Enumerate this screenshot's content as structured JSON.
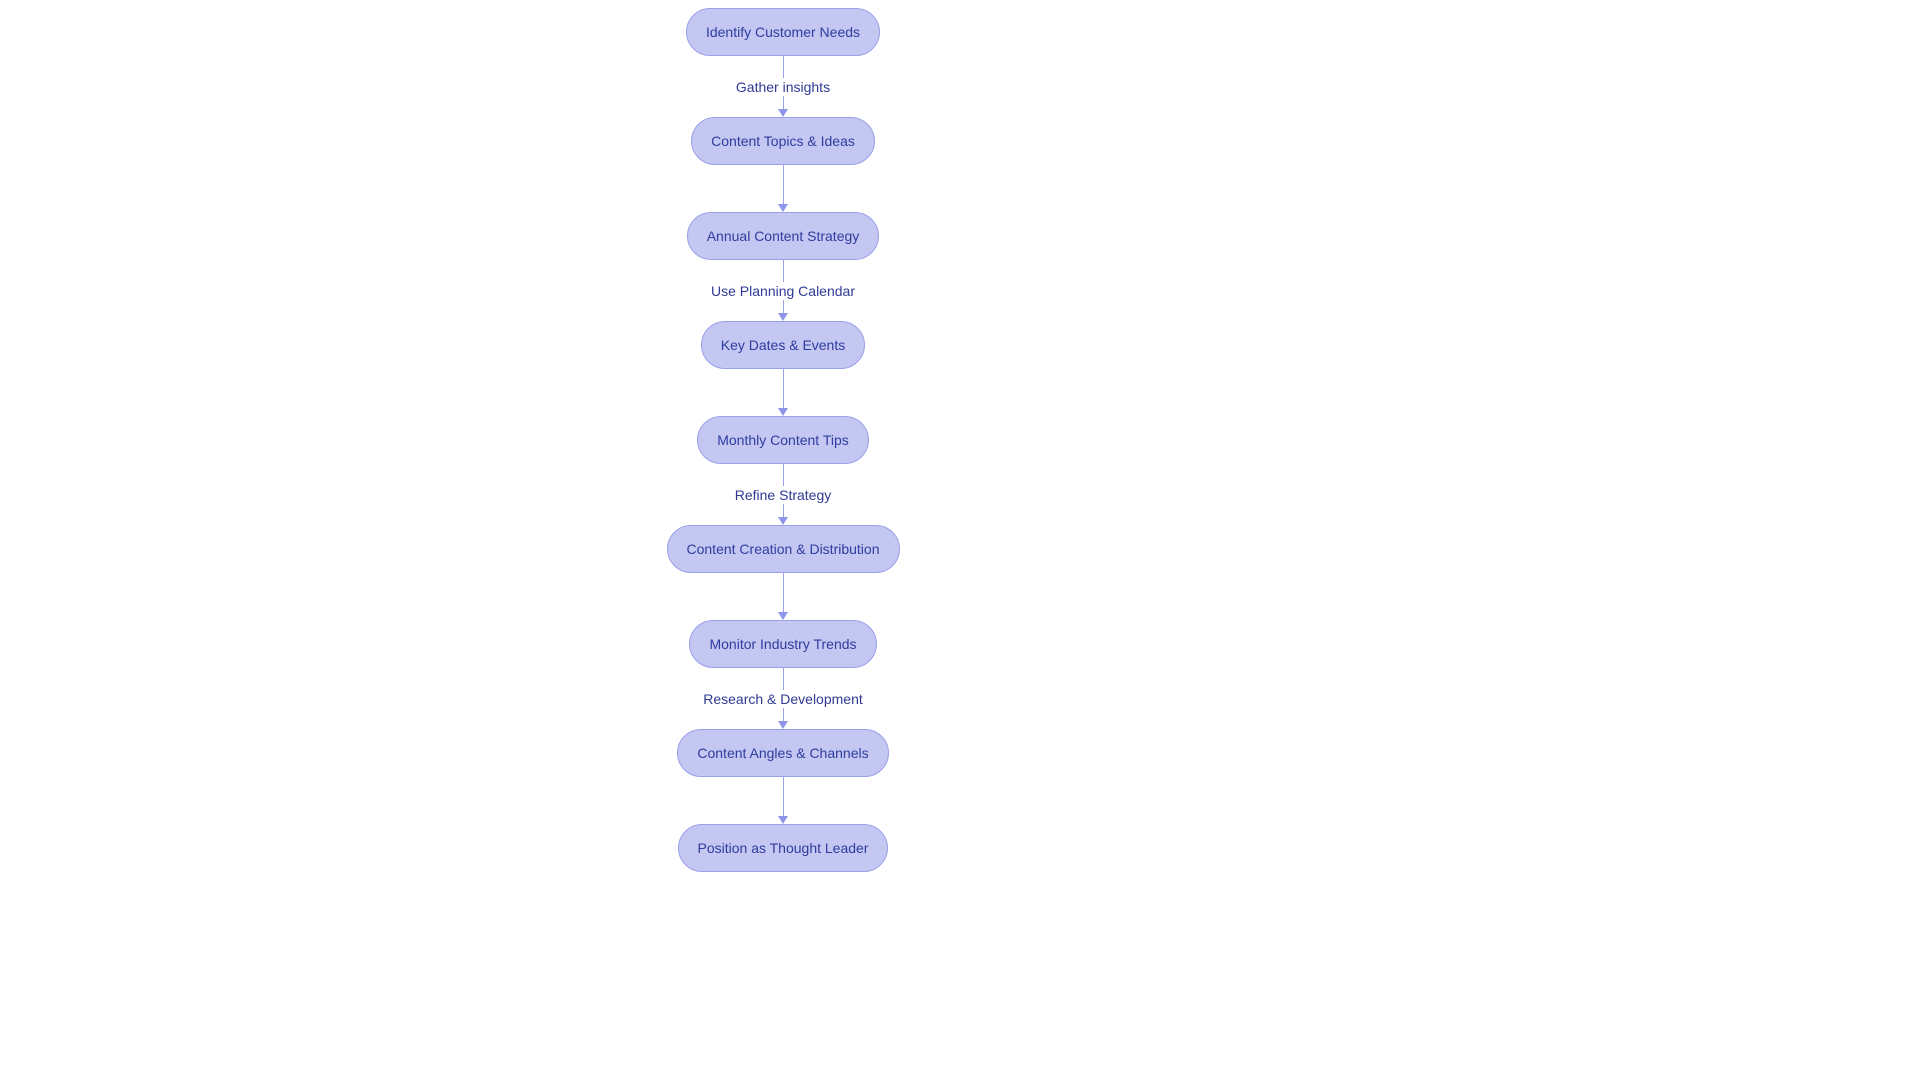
{
  "diagram": {
    "type": "flowchart-vertical",
    "colors": {
      "background": "#ffffff",
      "node_fill": "#c3c7f2",
      "node_border": "#9aa0e8",
      "node_text": "#303c9e",
      "arrow": "#8d96e8",
      "edge_label_text": "#2e3a94"
    },
    "nodes": [
      {
        "label": "Identify Customer Needs"
      },
      {
        "label": "Content Topics & Ideas"
      },
      {
        "label": "Annual Content Strategy"
      },
      {
        "label": "Key Dates & Events"
      },
      {
        "label": "Monthly Content Tips"
      },
      {
        "label": "Content Creation & Distribution"
      },
      {
        "label": "Monitor Industry Trends"
      },
      {
        "label": "Content Angles & Channels"
      },
      {
        "label": "Position as Thought Leader"
      }
    ],
    "edges": [
      {
        "label": "Gather insights"
      },
      {
        "label": ""
      },
      {
        "label": "Use Planning Calendar"
      },
      {
        "label": ""
      },
      {
        "label": "Refine Strategy"
      },
      {
        "label": ""
      },
      {
        "label": "Research & Development"
      },
      {
        "label": ""
      }
    ]
  }
}
